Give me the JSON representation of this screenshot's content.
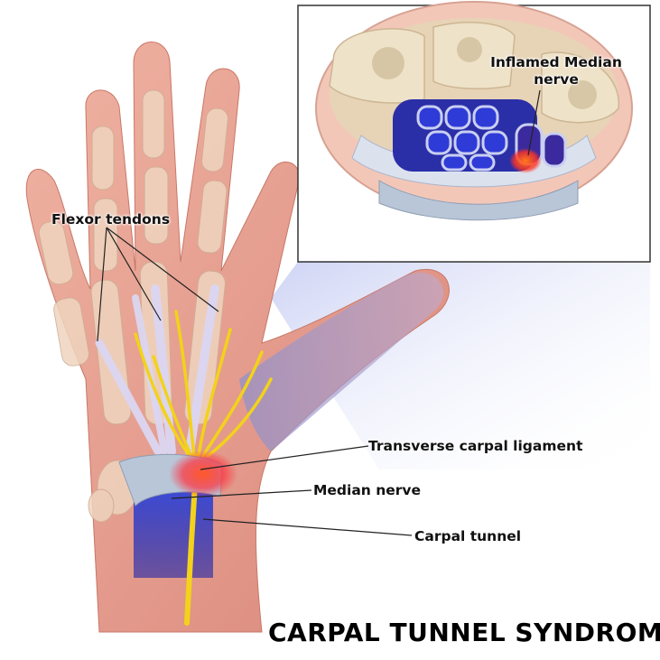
{
  "title": "CARPAL TUNNEL SYNDROME",
  "labels": {
    "flexor_tendons": "Flexor tendons",
    "inflamed_median_nerve_line1": "Inflamed Median",
    "inflamed_median_nerve_line2": "nerve",
    "transverse_carpal_ligament": "Transverse carpal ligament",
    "median_nerve": "Median nerve",
    "carpal_tunnel": "Carpal tunnel"
  },
  "colors": {
    "skin": "#e8a08f",
    "bone": "#efd5bf",
    "nerve": "#f2d21a",
    "inflammation": "#ff3b2e",
    "ligament": "#b9c6d8",
    "tunnel_blue": "#2733c8",
    "tendon": "#dcd6f2",
    "inset_border": "#333333"
  }
}
